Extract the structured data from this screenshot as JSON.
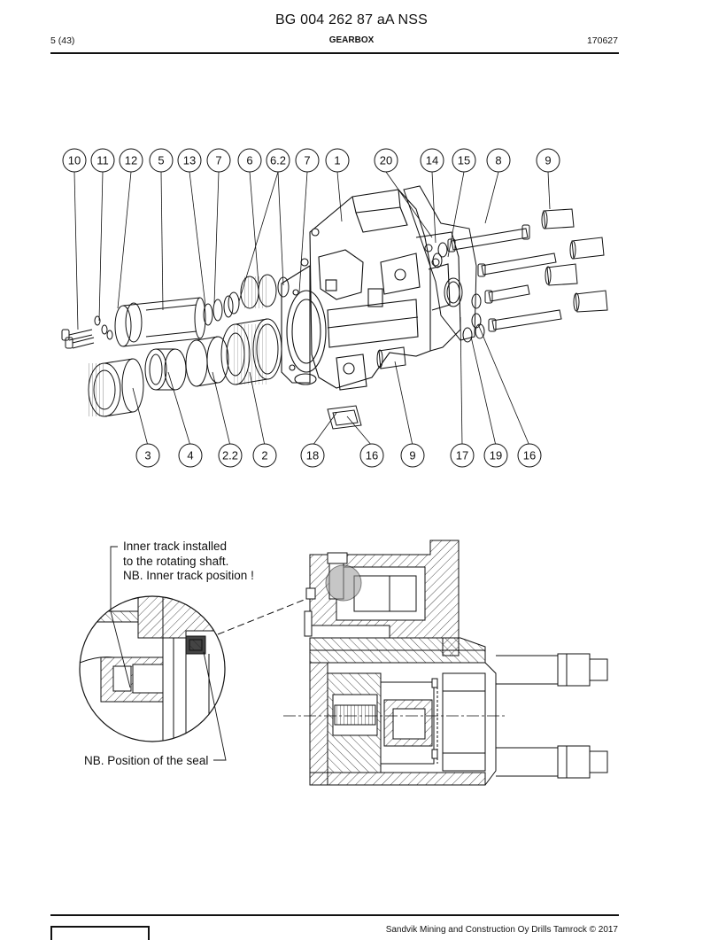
{
  "header": {
    "doc_number": "BG 004 262 87 aA NSS",
    "page": "5 (43)",
    "section": "GEARBOX",
    "date_code": "170627"
  },
  "exploded_view": {
    "top_callouts": [
      "10",
      "11",
      "12",
      "5",
      "13",
      "7",
      "6",
      "6.2",
      "7",
      "1",
      "20",
      "14",
      "15",
      "8",
      "9"
    ],
    "bottom_callouts": [
      "3",
      "4",
      "2.2",
      "2",
      "18",
      "16",
      "9",
      "17",
      "19",
      "16"
    ]
  },
  "section_view": {
    "note_inner_track": [
      "Inner track installed",
      "to the rotating shaft.",
      "NB. Inner track position !"
    ],
    "note_seal": "NB. Position of the seal"
  },
  "footer": {
    "copyright": "Sandvik Mining and Construction Oy Drills Tamrock © 2017"
  }
}
